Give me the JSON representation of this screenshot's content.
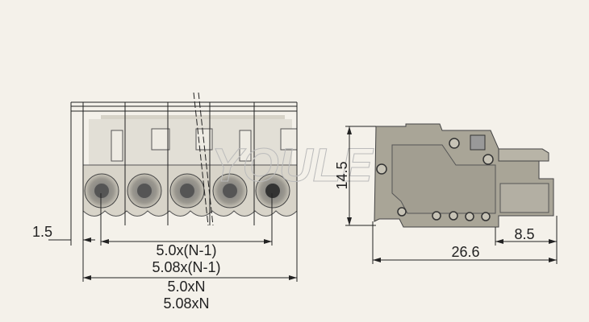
{
  "front_view": {
    "pole_count": 5,
    "dimensions": {
      "edge_offset": "1.5",
      "pitch_span_a": "5.0x(N-1)",
      "pitch_span_b": "5.08x(N-1)",
      "total_width_a": "5.0xN",
      "total_width_b": "5.08xN"
    }
  },
  "side_view": {
    "dimensions": {
      "height": "14.5",
      "lever_length": "8.5",
      "total_depth": "26.6"
    }
  },
  "watermark": "YOULE",
  "colors": {
    "background": "#f4f1ea",
    "body": "#dcd8cc",
    "line": "#222222"
  }
}
